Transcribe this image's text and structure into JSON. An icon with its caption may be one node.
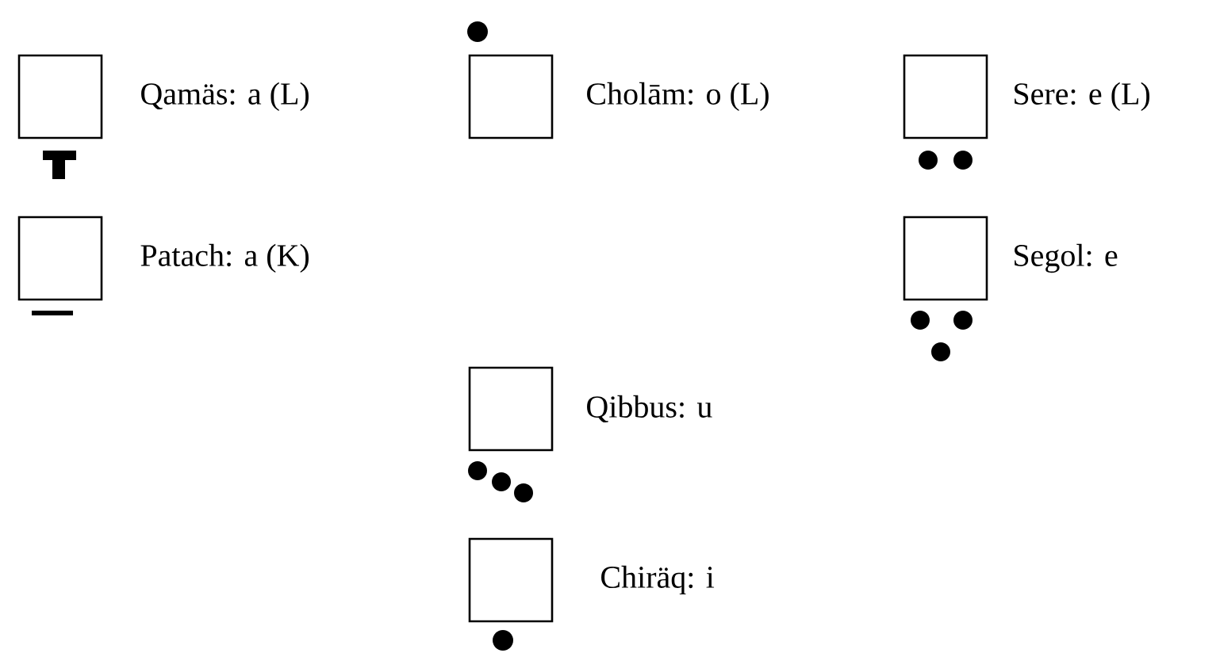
{
  "diagram": {
    "nodes": [
      {
        "text": [],
        "shape": "box",
        "beside": [
          "Qamäs: a (L)"
        ]
      },
      {
        "text": [],
        "shape": "box",
        "beside": [
          "Patach: a (K)"
        ]
      },
      {
        "text": [],
        "shape": "box",
        "beside": [
          "Cholām: o (L)"
        ]
      },
      {
        "text": [],
        "shape": "box",
        "beside": [
          "Sere: e (L)"
        ]
      },
      {
        "text": [],
        "shape": "box",
        "beside": [
          "Segol: e"
        ]
      },
      {
        "text": [],
        "shape": "box",
        "beside": [
          "Qibbus: u"
        ]
      },
      {
        "text": [],
        "shape": "box",
        "beside": [
          "Chiräq: i"
        ]
      }
    ]
  }
}
